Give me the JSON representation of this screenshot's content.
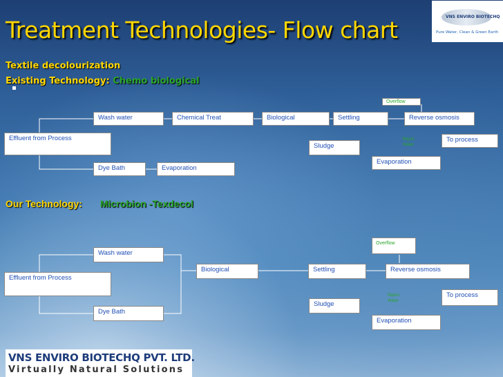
{
  "title": "Treatment Technologies- Flow chart",
  "subtitle_1": "Textile decolourization",
  "existing_label": "Existing Technology: ",
  "existing_value": "Chemo biological",
  "our_label": "Our Technology: ",
  "our_value": "Microbion -Texdecol",
  "top_logo": {
    "name": "VNS ENVIRO BIOTECHQ",
    "tagline": "Pure Water, Clean & Green Earth"
  },
  "bottom_logo": {
    "line1": "VNS ENVIRO BIOTECHQ PVT. LTD.",
    "line2": "Virtually Natural Solutions"
  },
  "flow1": {
    "effluent": "Effluent from Process",
    "wash_water": "Wash water",
    "chemical_treat": "Chemical Treat",
    "biological": "Biological",
    "settling": "Settling",
    "reverse_osmosis": "Reverse osmosis",
    "overflow": "Overflow",
    "reject_water": "Reject Water",
    "to_process": "To process",
    "sludge": "Sludge",
    "evaporation_ro": "Evaporation",
    "dye_bath": "Dye Bath",
    "evaporation_dye": "Evaporation"
  },
  "flow2": {
    "effluent": "Effluent from Process",
    "wash_water": "Wash water",
    "biological": "Biological",
    "settling": "Settling",
    "reverse_osmosis": "Reverse osmosis",
    "overflow": "Overflow",
    "reject_water": "Reject Water",
    "to_process": "To process",
    "sludge": "Sludge",
    "evaporation": "Evaporation",
    "dye_bath": "Dye Bath"
  }
}
